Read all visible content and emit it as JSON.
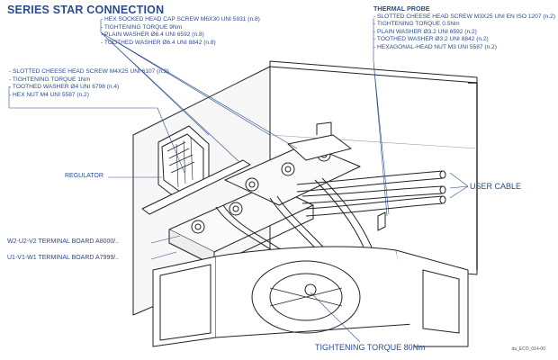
{
  "title": "SERIES STAR CONNECTION",
  "screw_m6": {
    "lines": [
      "- HEX SOCKED HEAD CAP SCREW M6X30 UNI 5931 (n.8)",
      "- TIGHTENING TORQUE 9Nm",
      "- PLAIN WASHER Ø6.4 UNI 6592 (n.8)",
      "- TOOTHED WASHER Ø6.4 UNI 8842 (n.8)"
    ]
  },
  "screw_m4": {
    "lines": [
      "- SLOTTED CHEESE HEAD SCREW M4X25 UNI 6107 (n.2)",
      "- TIGHTENING TORQUE 1Nm",
      "- TOOTHED WASHER Ø4 UNI 6798 (n.4)",
      "- HEX NUT M4 UNI 5587 (n.2)"
    ]
  },
  "thermal_probe": {
    "heading": "THERMAL PROBE",
    "lines": [
      "- SLOTTED CHEESE HEAD SCREW M3X25 UNI EN ISO 1207 (n.2)",
      "- TIGHTENING TORQUE 0.5Nm",
      "- PLAIN WASHER Ø3.2 UNI 6592 (n.2)",
      "- TOOTHED WASHER Ø3.2 UNI 8842 (n.2)",
      "- HEXAGONAL-HEAD NUT M3 UNI 5587 (n.2)"
    ]
  },
  "labels": {
    "regulator": "REGULATOR",
    "user_cable": "USER CABLE",
    "w2_board": "W2-U2-V2 TERMINAL BOARD A8000/..",
    "u1_board": "U1-V1-W1 TERMINAL BOARD A7999/..",
    "torque_80": "TIGHTENING TORQUE 80Nm",
    "drawing_code": "da_ECO_014-00"
  },
  "colors": {
    "text": "#2a4d8f",
    "line": "#2a4d8f",
    "drawing": "#222222"
  }
}
